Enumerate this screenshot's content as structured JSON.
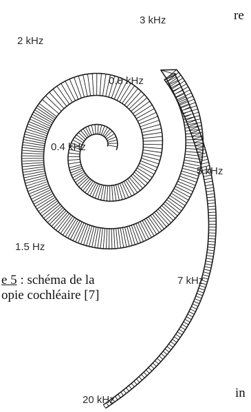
{
  "figure": {
    "frequency_labels": [
      "3 kHz",
      "2 kHz",
      "0.8 kHz",
      "0.4 kHz",
      "5 kHz",
      "1.5 Hz",
      "7 kHz",
      "20 kHz"
    ],
    "caption": {
      "line1_prefix": "e 5",
      "line1_rest": " : schéma de la",
      "line2": "opie cochléaire [7]"
    }
  },
  "text_fragments": {
    "top_right": "re",
    "bottom_right": "in"
  },
  "colors": {
    "ink": "#1a1a1a",
    "label": "#2a2a2a"
  }
}
